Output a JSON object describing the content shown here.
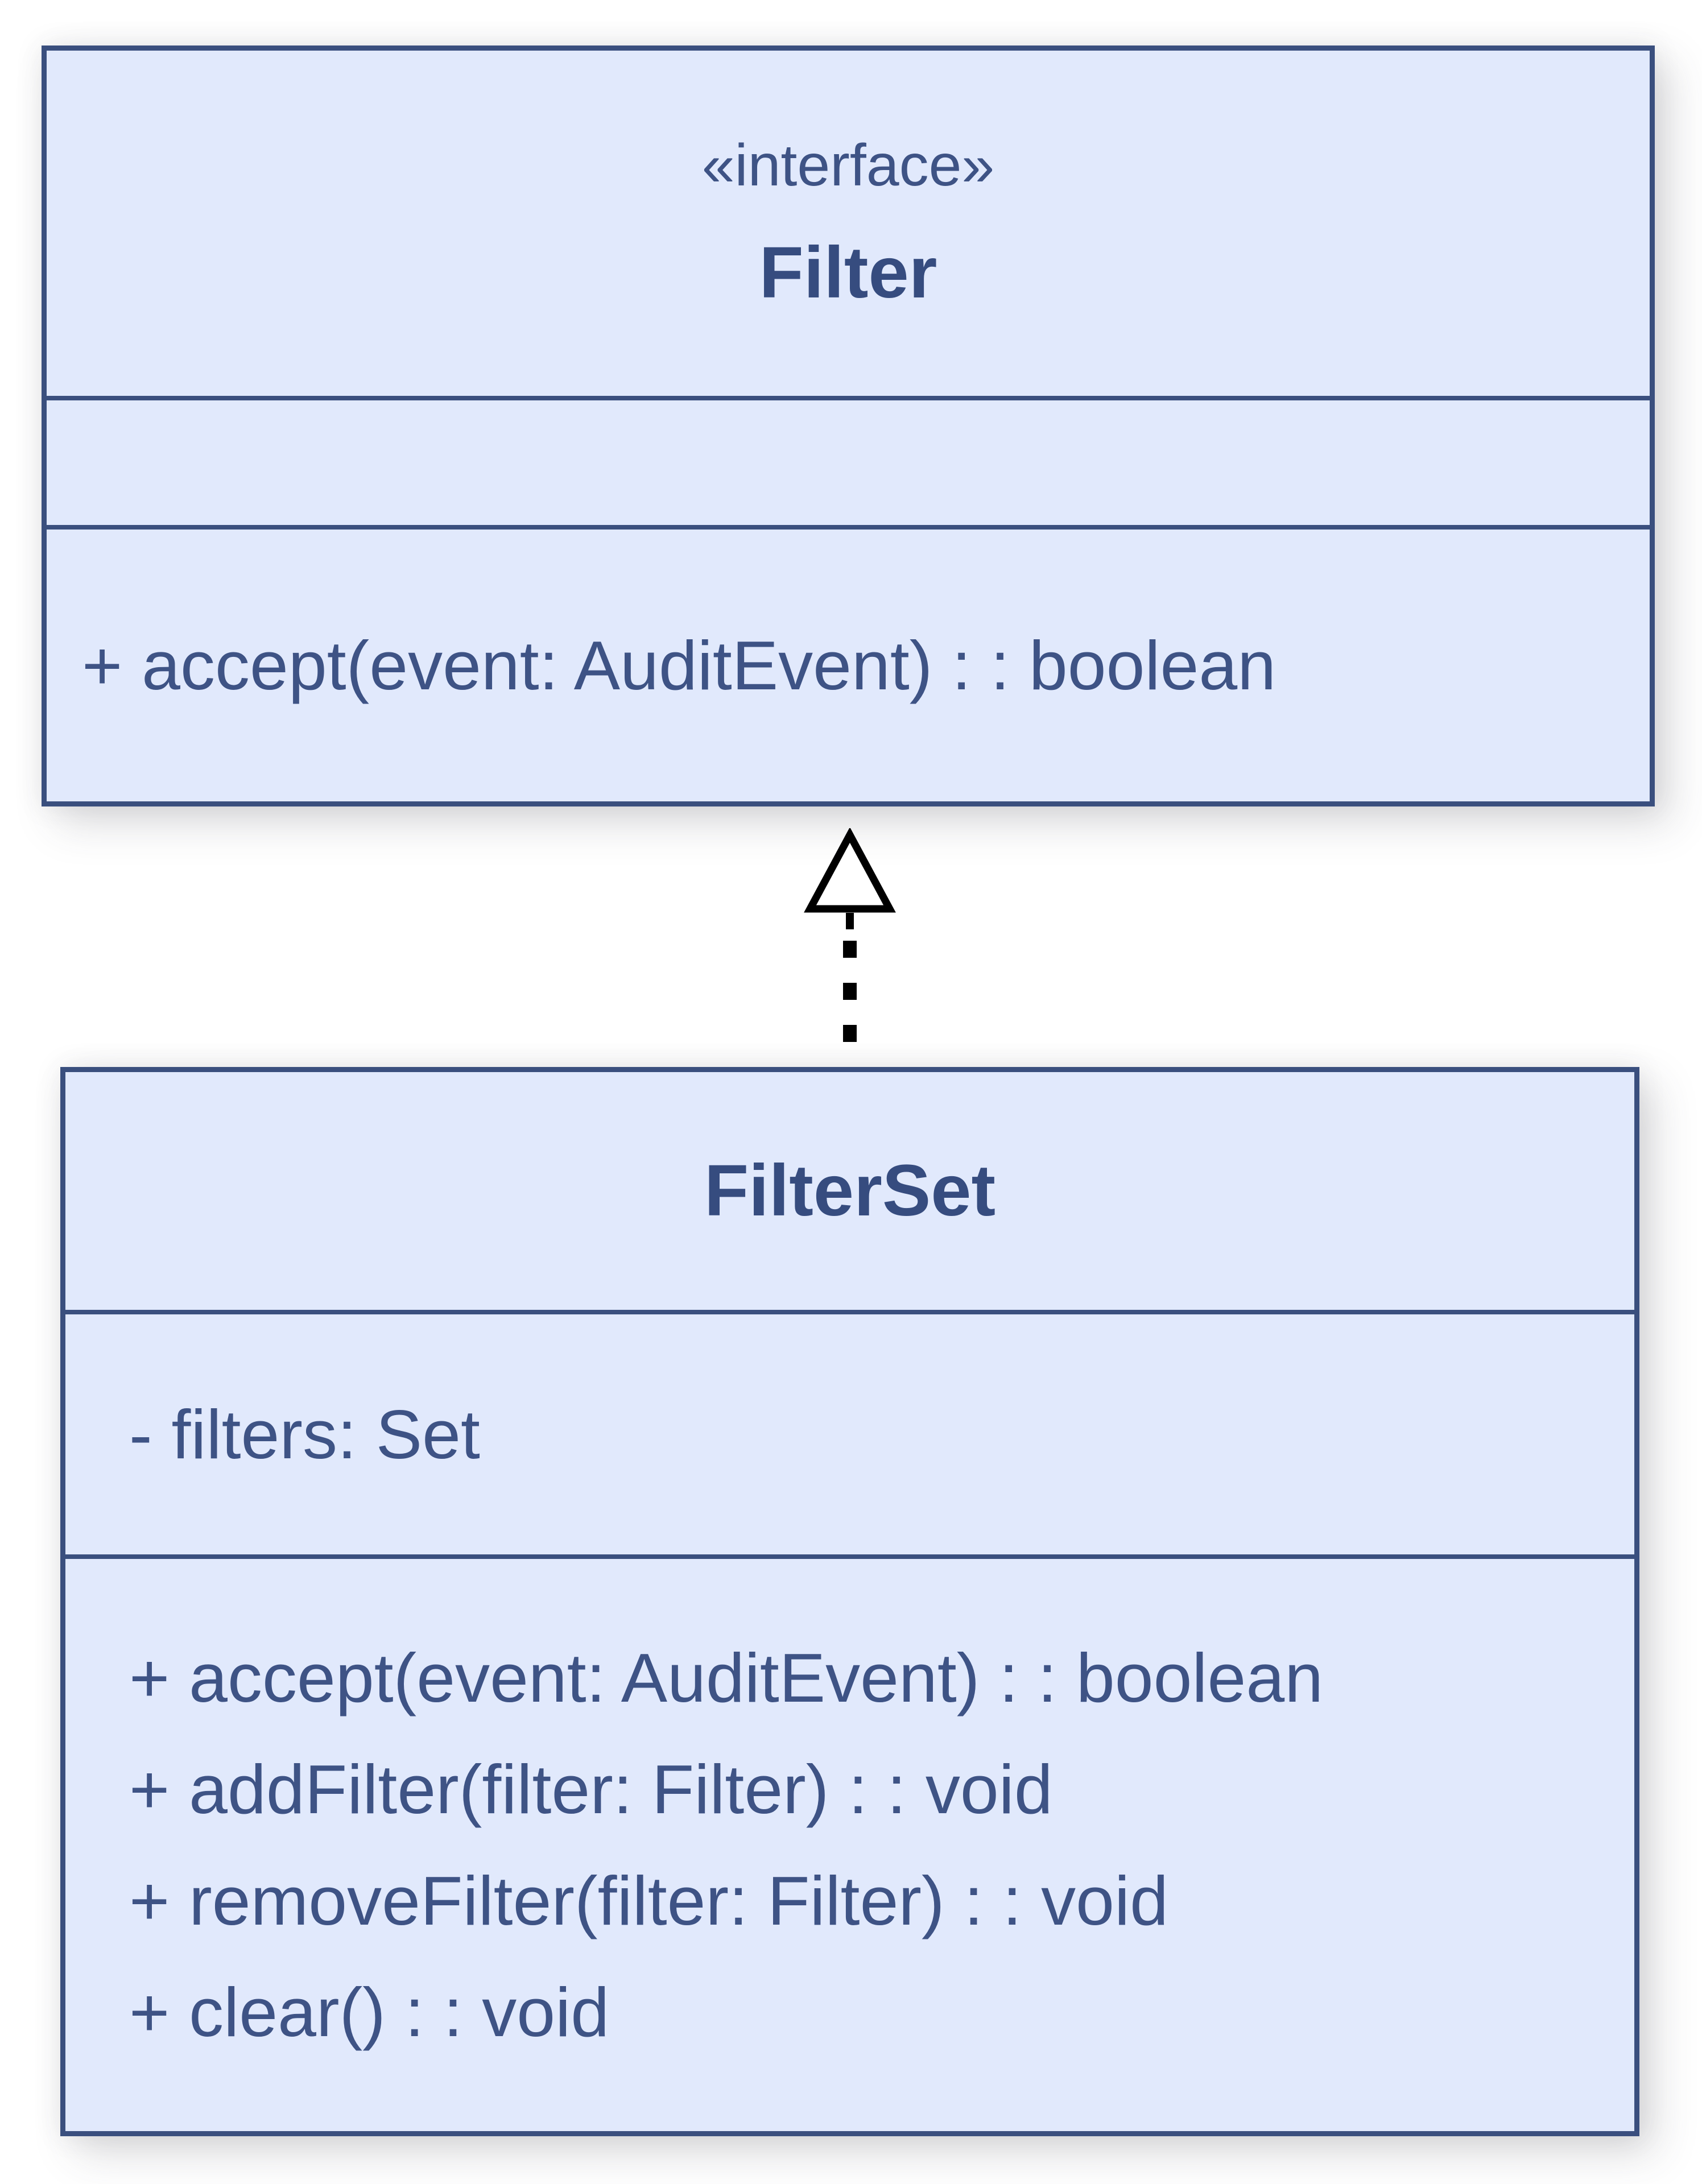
{
  "diagram": {
    "type": "uml-class-diagram",
    "colors": {
      "page_background": "#ffffff",
      "box_fill": "#e1e9fc",
      "box_border": "#3a4f7e",
      "member_text": "#3e5385",
      "title_text": "#364c7f",
      "arrow": "#000000"
    },
    "classes": [
      {
        "stereotype": "«interface»",
        "name": "Filter",
        "attributes": [],
        "methods": [
          "+ accept(event: AuditEvent) : : boolean"
        ]
      },
      {
        "name": "FilterSet",
        "attributes": [
          "- filters: Set"
        ],
        "methods": [
          "+ accept(event: AuditEvent) : : boolean",
          "+ addFilter(filter: Filter) : : void",
          "+ removeFilter(filter: Filter) : : void",
          "+ clear() : : void"
        ]
      }
    ],
    "relationships": [
      {
        "type": "realization",
        "from": "FilterSet",
        "to": "Filter",
        "line_style": "dashed",
        "arrowhead": "hollow-triangle"
      }
    ]
  }
}
